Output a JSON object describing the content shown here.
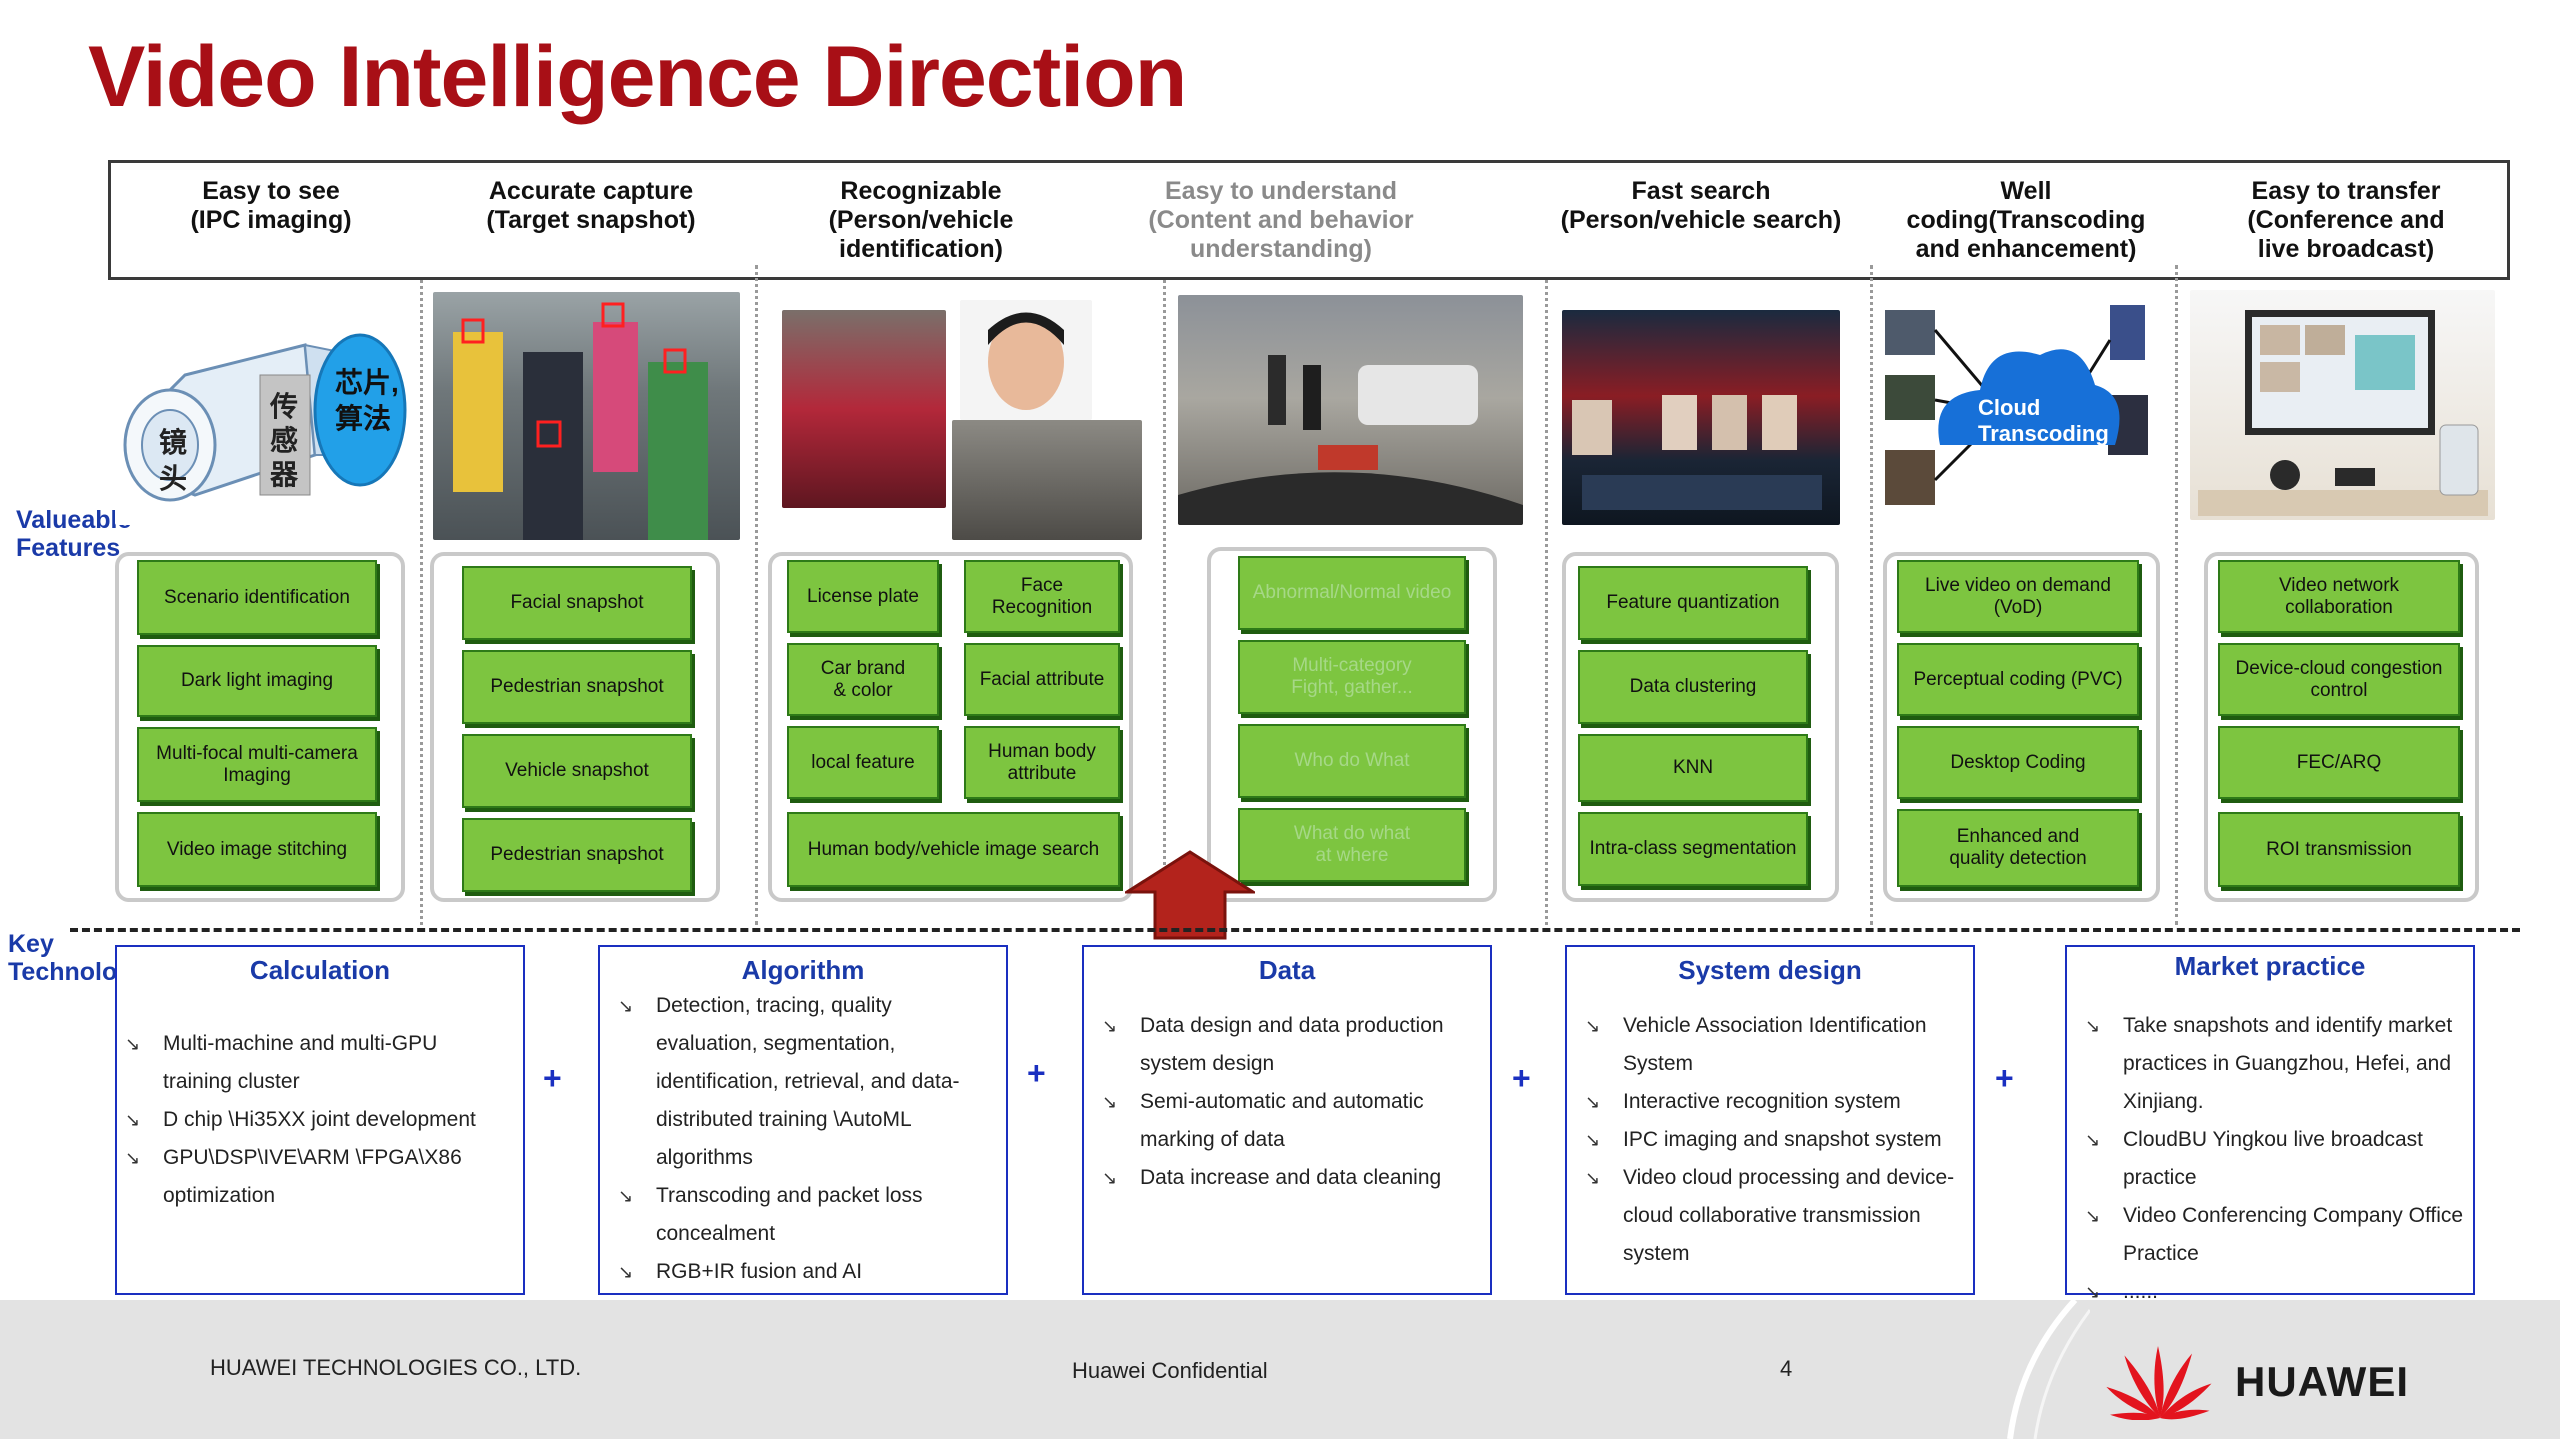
{
  "title": "Video Intelligence Direction",
  "headers": [
    {
      "text": "Easy to see\n(IPC imaging)",
      "dim": false
    },
    {
      "text": "Accurate capture\n(Target snapshot)",
      "dim": false
    },
    {
      "text": "Recognizable\n(Person/vehicle\nidentification)",
      "dim": false
    },
    {
      "text": "Easy to understand\n(Content and behavior\nunderstanding)",
      "dim": true
    },
    {
      "text": "Fast search\n(Person/vehicle search)",
      "dim": false
    },
    {
      "text": "Well\ncoding(Transcoding\nand enhancement)",
      "dim": false
    },
    {
      "text": "Easy to transfer\n(Conference and\nlive broadcast)",
      "dim": false
    }
  ],
  "side_labels": {
    "features": "Valueable\nFeatures",
    "key_tech": "Key\nTechnologies"
  },
  "camera_labels": {
    "lens": "镜\n头",
    "sensor": "传\n感\n器",
    "chip": "芯片,\n算法"
  },
  "cloud_label": "Cloud\nTranscoding",
  "features": {
    "col1": [
      "Scenario identification",
      "Dark light imaging",
      "Multi-focal multi-camera\nImaging",
      "Video image stitching"
    ],
    "col2": [
      "Facial snapshot",
      "Pedestrian snapshot",
      "Vehicle snapshot",
      "Pedestrian snapshot"
    ],
    "col3_left": [
      "License plate",
      "Car brand\n& color",
      "local feature"
    ],
    "col3_right": [
      "Face\nRecognition",
      "Facial attribute",
      "Human body\nattribute"
    ],
    "col3_wide": "Human body/vehicle image search",
    "col4": [
      "Abnormal/Normal video",
      "Multi-category\nFight, gather...",
      "Who do What",
      "What do what\nat where"
    ],
    "col5": [
      "Feature quantization",
      "Data clustering",
      "KNN",
      "Intra-class segmentation"
    ],
    "col6": [
      "Live video on demand\n(VoD)",
      "Perceptual coding (PVC)",
      "Desktop Coding",
      "Enhanced and\nquality detection"
    ],
    "col7": [
      "Video network\ncollaboration",
      "Device-cloud congestion\ncontrol",
      "FEC/ARQ",
      "ROI transmission"
    ]
  },
  "tech": [
    {
      "title": "Calculation",
      "items": [
        "Multi-machine and multi-GPU training cluster",
        "D chip \\Hi35XX joint development",
        "GPU\\DSP\\IVE\\ARM \\FPGA\\X86 optimization"
      ]
    },
    {
      "title": "Algorithm",
      "items": [
        "Detection, tracing, quality evaluation, segmentation, identification, retrieval, and data-distributed training \\AutoML algorithms",
        "Transcoding and packet loss concealment",
        "RGB+IR fusion and AI enhancement"
      ]
    },
    {
      "title": "Data",
      "items": [
        "Data design and data production system design",
        "Semi-automatic and automatic marking of data",
        "Data increase and data cleaning"
      ]
    },
    {
      "title": "System design",
      "items": [
        "Vehicle Association Identification System",
        "Interactive recognition system",
        "IPC imaging and snapshot system",
        "Video cloud processing and device-cloud collaborative transmission system"
      ]
    },
    {
      "title": "Market practice",
      "items": [
        "Take snapshots and identify market practices in Guangzhou, Hefei, and Xinjiang.",
        "CloudBU Yingkou live broadcast practice",
        "Video Conferencing Company Office Practice",
        "......"
      ]
    }
  ],
  "plus": "+",
  "footer": {
    "company": "HUAWEI TECHNOLOGIES CO., LTD.",
    "confidential": "Huawei Confidential",
    "page": "4",
    "brand": "HUAWEI"
  },
  "colors": {
    "title": "#a80f16",
    "feature_green": "#7dc540",
    "tech_blue": "#1a2fc0",
    "arrow_red": "#b3231c"
  }
}
